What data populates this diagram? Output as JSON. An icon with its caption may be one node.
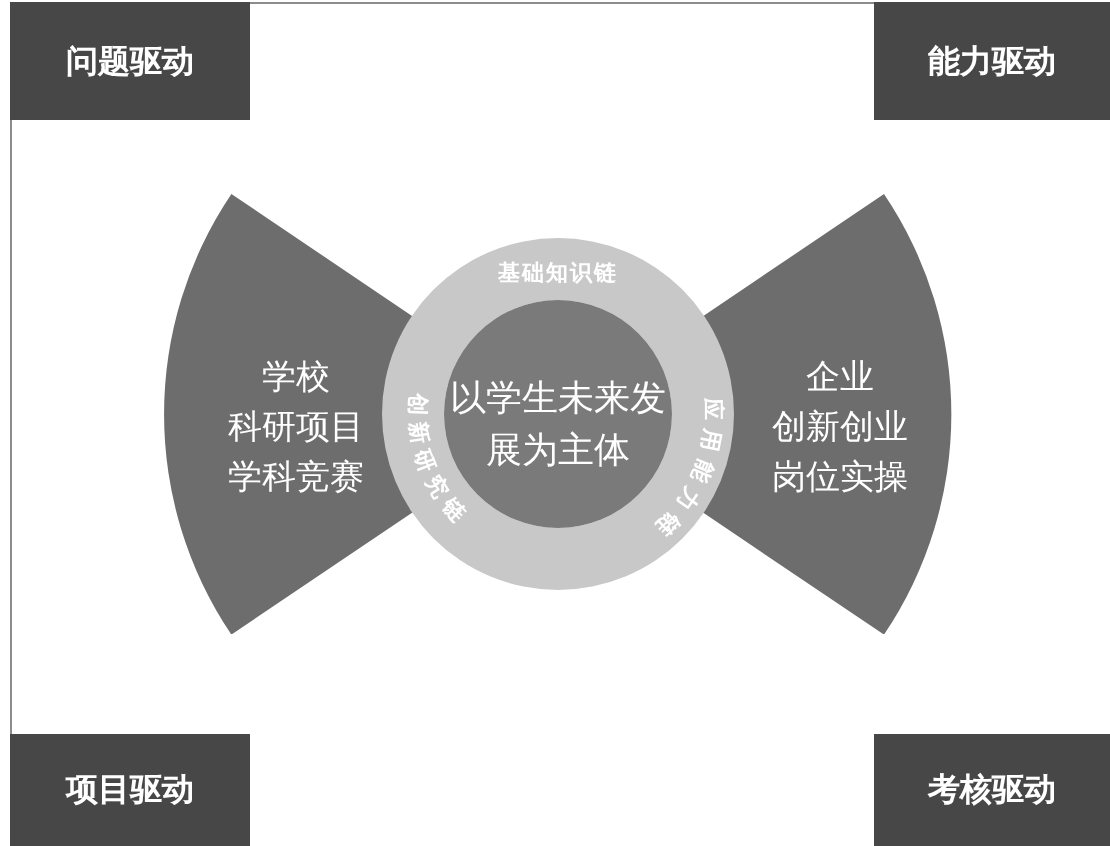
{
  "diagram": {
    "nodes": [
      {
        "text": [
          "问题驱动"
        ]
      },
      {
        "text": [
          "能力驱动"
        ]
      },
      {
        "text": [
          "学校",
          "科研项目",
          "学科竞赛"
        ]
      },
      {
        "text": [
          "基础知识链",
          "创新研究链",
          "应用能力链"
        ]
      },
      {
        "text": [
          "以学生未来发展为主体"
        ],
        "in": 3
      },
      {
        "text": [
          "企业",
          "创新创业",
          "岗位实操"
        ]
      },
      {
        "text": [
          "项目驱动"
        ]
      },
      {
        "text": [
          "考核驱动"
        ]
      }
    ]
  }
}
